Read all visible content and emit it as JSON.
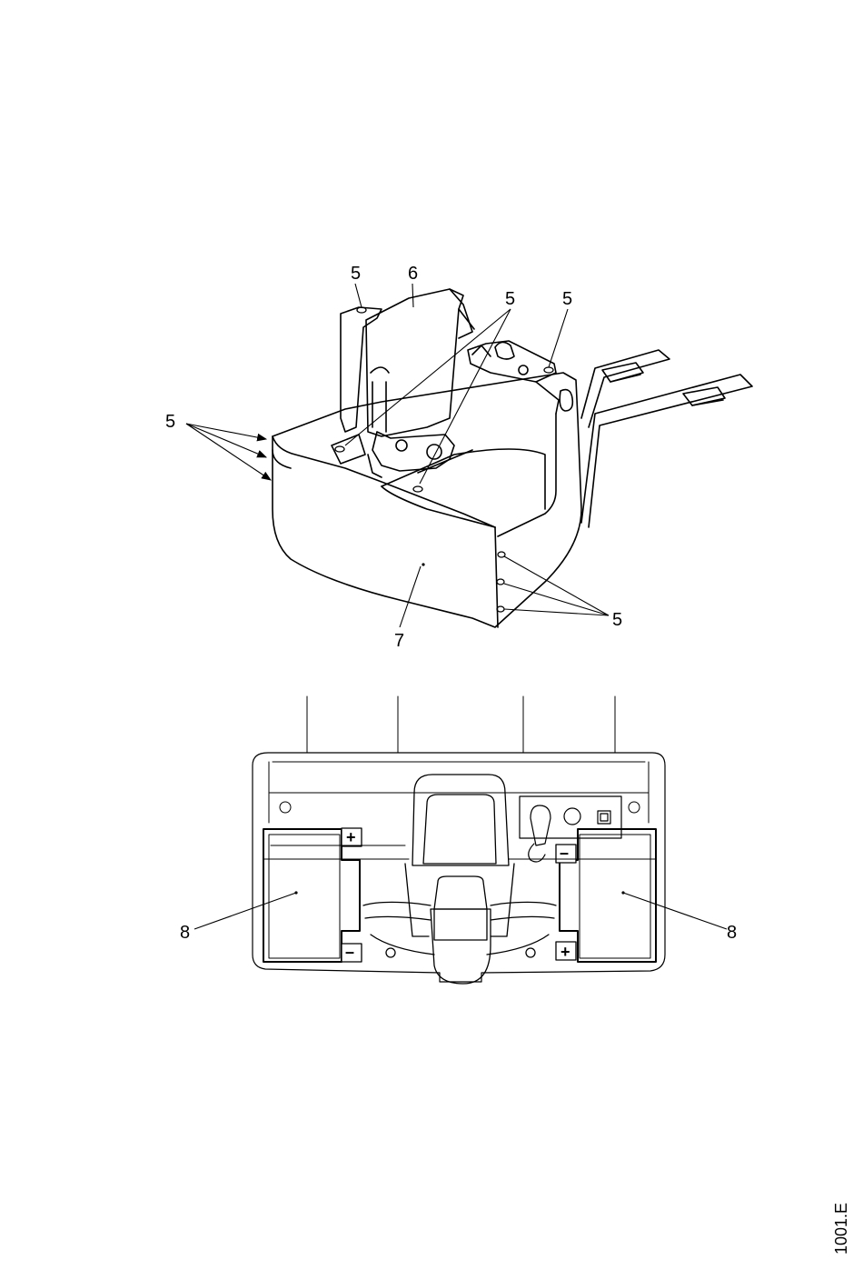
{
  "figure": {
    "top_view": {
      "callouts": {
        "seat_fastening_points": "5",
        "battery_cover": "6",
        "front_cover": "7"
      }
    },
    "bottom_view": {
      "callouts": {
        "battery_left": "8",
        "battery_right": "8"
      },
      "terminals": {
        "left_plus": "+",
        "left_minus": "–",
        "right_minus": "–",
        "right_plus": "+"
      }
    },
    "document_id": "1001.E",
    "colors": {
      "line": "#000000",
      "background": "#ffffff"
    }
  }
}
